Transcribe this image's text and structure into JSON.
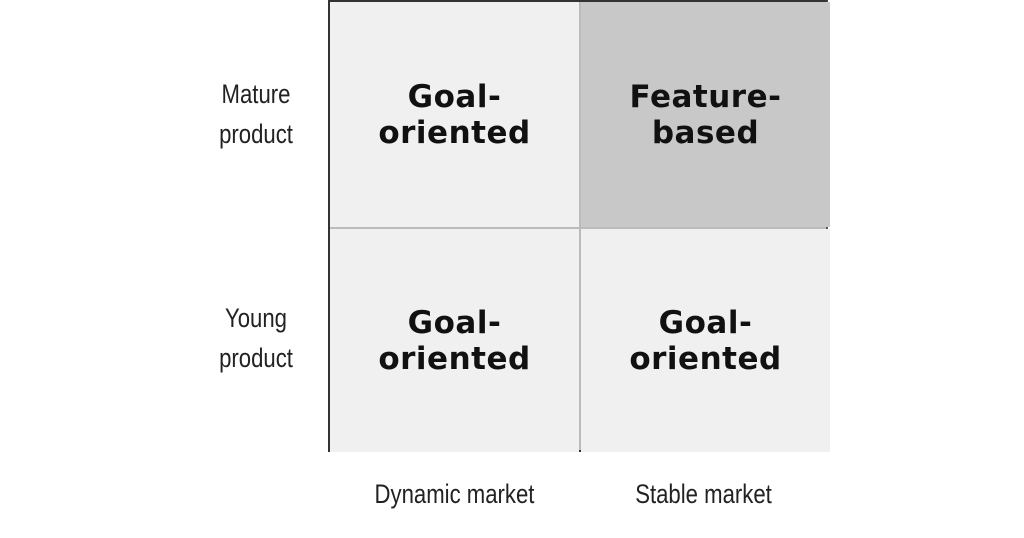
{
  "rows": {
    "top_label": "Mature\nproduct",
    "bottom_label": "Young\nproduct"
  },
  "columns": {
    "left_label": "Dynamic market",
    "right_label": "Stable market"
  },
  "cells": {
    "mature_dynamic": "Goal-\noriented",
    "mature_stable": "Feature-\nbased",
    "young_dynamic": "Goal-\noriented",
    "young_stable": "Goal-\noriented"
  },
  "colors": {
    "cell_default": "#f0f0f0",
    "cell_highlight": "#c8c8c8",
    "border": "#333333"
  }
}
